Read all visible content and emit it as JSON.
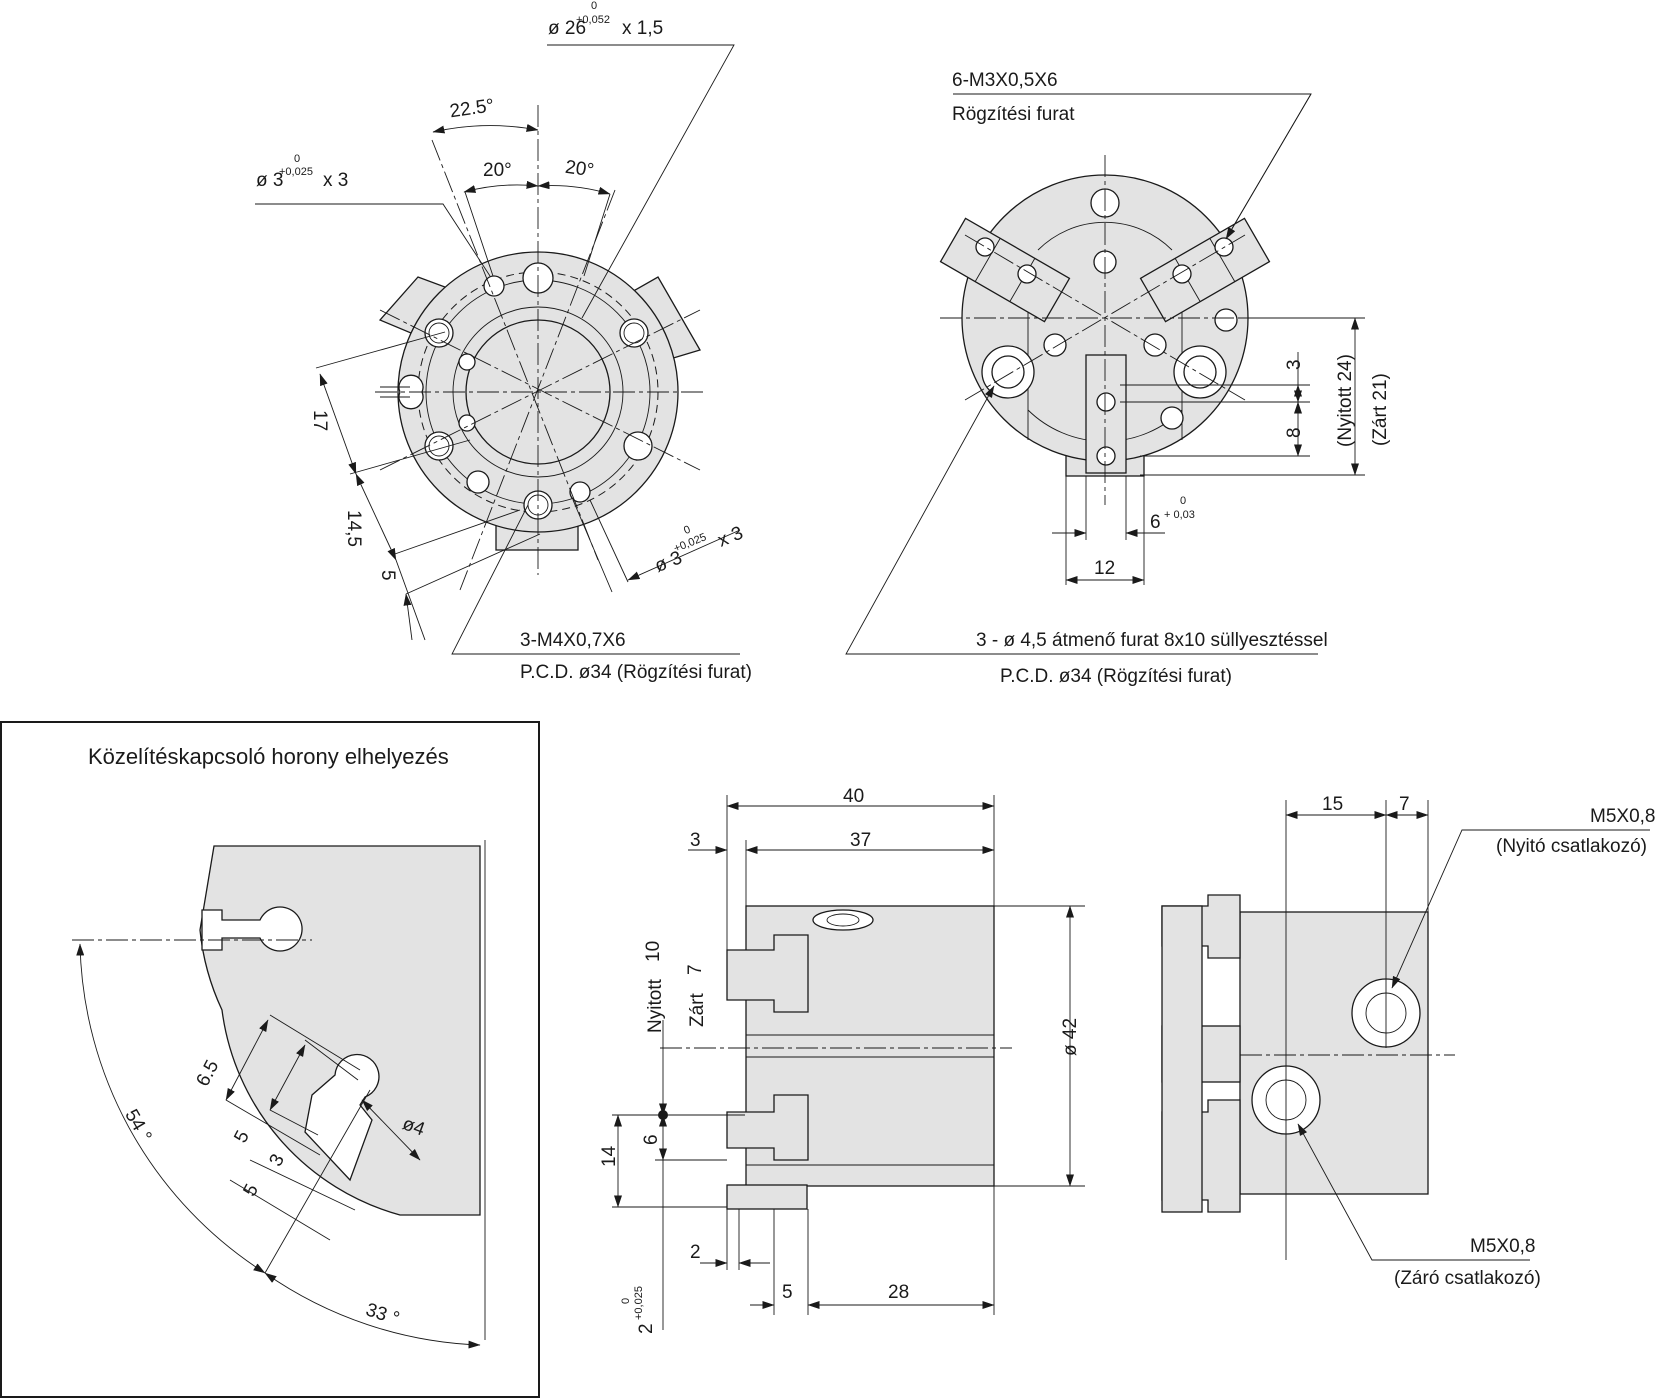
{
  "colors": {
    "line": "#1a1a1a",
    "part_fill": "#e3e3e3",
    "background": "#ffffff"
  },
  "top_left_view": {
    "callout_bore": {
      "prefix": "ø 26",
      "tol_upper": "+0,052",
      "tol_lower": "0",
      "suffix": "x 1,5"
    },
    "callout_pin_top": {
      "prefix": "ø 3",
      "tol_upper": "+0,025",
      "tol_lower": "0",
      "suffix": "x 3"
    },
    "callout_pin_bottom": {
      "prefix": "ø 3",
      "tol_upper": "+0,025",
      "tol_lower": "0",
      "suffix": "x 3"
    },
    "angle_outer": "22.5°",
    "angle_left": "20°",
    "angle_right": "20°",
    "dim_17": "17",
    "dim_14_5": "14,5",
    "dim_5": "5",
    "mount_thread": "3-M4X0,7X6",
    "mount_pcd": "P.C.D. ø34 (Rögzítési furat)"
  },
  "top_right_view": {
    "thread_callout": "6-M3X0,5X6",
    "thread_note": "Rögzítési furat",
    "dim_3": "3",
    "dim_8": "8",
    "dim_open": "(Nyitott 24)",
    "dim_closed": "(Zárt 21)",
    "dim_6": {
      "base": "6",
      "tol_upper": "+ 0,03",
      "tol_lower": "0"
    },
    "dim_12": "12",
    "through_hole": "3 - ø 4,5 átmenő furat 8x10 süllyesztéssel",
    "through_pcd": "P.C.D. ø34 (Rögzítési furat)"
  },
  "inset": {
    "title": "Közelítéskapcsoló horony elhelyezés",
    "dim_6_5": "6.5",
    "dim_5a": "5",
    "dim_3": "3",
    "dim_5b": "5",
    "dim_d4": "ø4",
    "angle_54": "54 °",
    "angle_33": "33 °"
  },
  "side_view": {
    "dim_40": "40",
    "dim_3": "3",
    "dim_37": "37",
    "open_label": "Nyitott",
    "open_value": "10",
    "closed_label": "Zárt",
    "closed_value": "7",
    "dim_d42": "ø 42",
    "dim_14": "14",
    "dim_6": "6",
    "dim_2": "2",
    "dim_5": "5",
    "dim_28": "28",
    "dim_2tol": {
      "base": "2",
      "tol_upper": "+0,025",
      "tol_lower": "0"
    }
  },
  "end_view": {
    "dim_15": "15",
    "dim_7": "7",
    "port_open_thread": "M5X0,8",
    "port_open_label": "(Nyitó csatlakozó)",
    "port_close_thread": "M5X0,8",
    "port_close_label": "(Záró csatlakozó)"
  }
}
